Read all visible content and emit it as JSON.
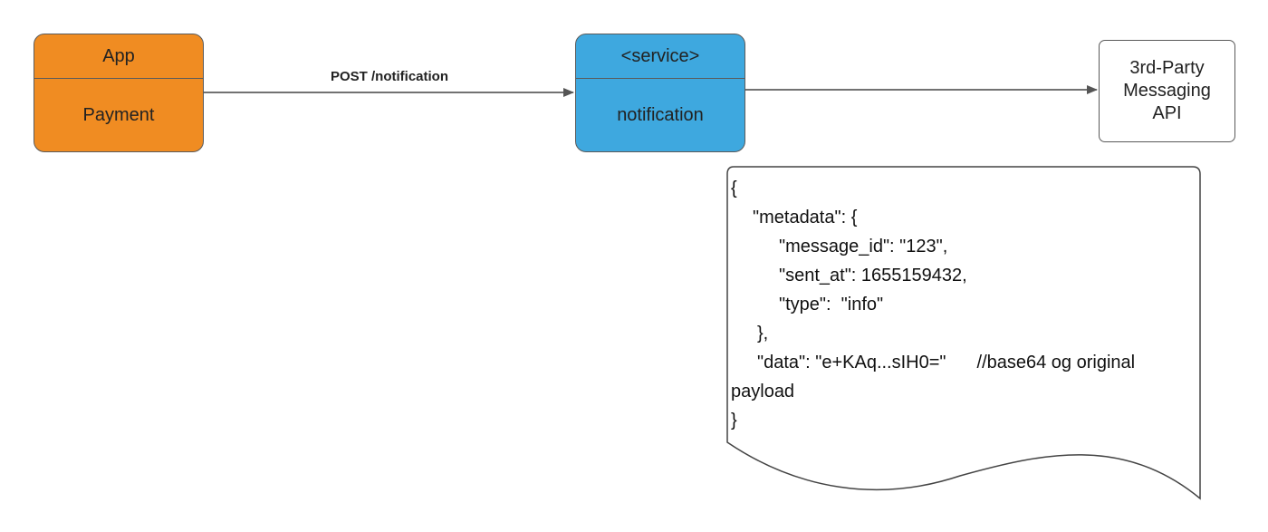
{
  "nodes": {
    "app": {
      "header": "App",
      "body": "Payment"
    },
    "service": {
      "header": "<service>",
      "body": "notification"
    },
    "external_api": {
      "label": "3rd-Party\nMessaging\nAPI"
    }
  },
  "edges": {
    "app_to_service": {
      "label": "POST /notification"
    }
  },
  "payload": {
    "open_brace": "{",
    "metadata_open": "\"metadata\": {",
    "message_id": "\"message_id\": \"123\",",
    "sent_at": "\"sent_at\": 1655159432,",
    "type": "\"type\":  \"info\"",
    "metadata_close": "},",
    "data": "\"data\": \"e+KAq...sIH0=\"",
    "comment": "//base64 og original",
    "comment_cont": "payload",
    "close_brace": "}"
  },
  "colors": {
    "app": "#f08c22",
    "service": "#3ea8df",
    "stroke": "#5a5a5a"
  }
}
